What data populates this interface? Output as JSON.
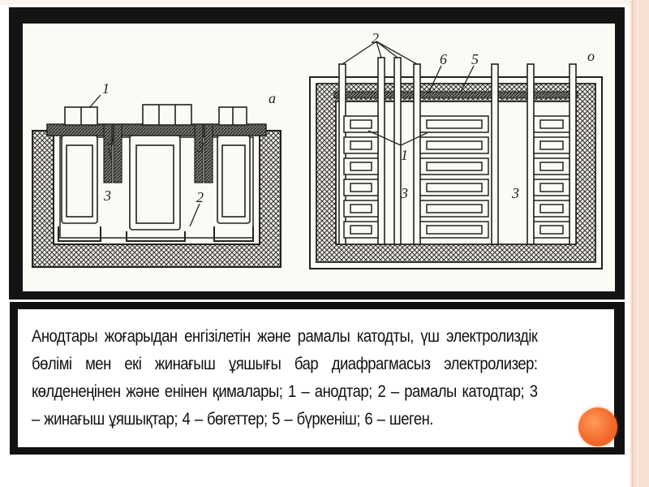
{
  "figure": {
    "labels": {
      "a": "а",
      "o": "о",
      "n1_left": "1",
      "n4_left": "4",
      "n3_left_a": "3",
      "n3_left_b": "3",
      "n2_left": "2",
      "n2_right": "2",
      "n6_right": "6",
      "n5_right": "5",
      "n1_right": "1",
      "n3_right_a": "3",
      "n3_right_b": "3"
    }
  },
  "caption": {
    "text": "Анодтары жоғарыдан енгізілетін және рамалы катодты, үш электролиздік бөлімі мен екі жинағыш ұяшығы бар диафрагмасыз электролизер: көлденеңінен және енінен қималары; 1 – анодтар; 2 – рамалы катодтар; 3 – жинағыш ұяшықтар; 4 – бөгеттер; 5 – бүркеніш; 6 – шеген."
  },
  "colors": {
    "panel_bg": "#141414",
    "figure_bg": "#fcfaf4",
    "accent_dot": "#f36b2c",
    "slide_border": "#f7e0d4"
  }
}
